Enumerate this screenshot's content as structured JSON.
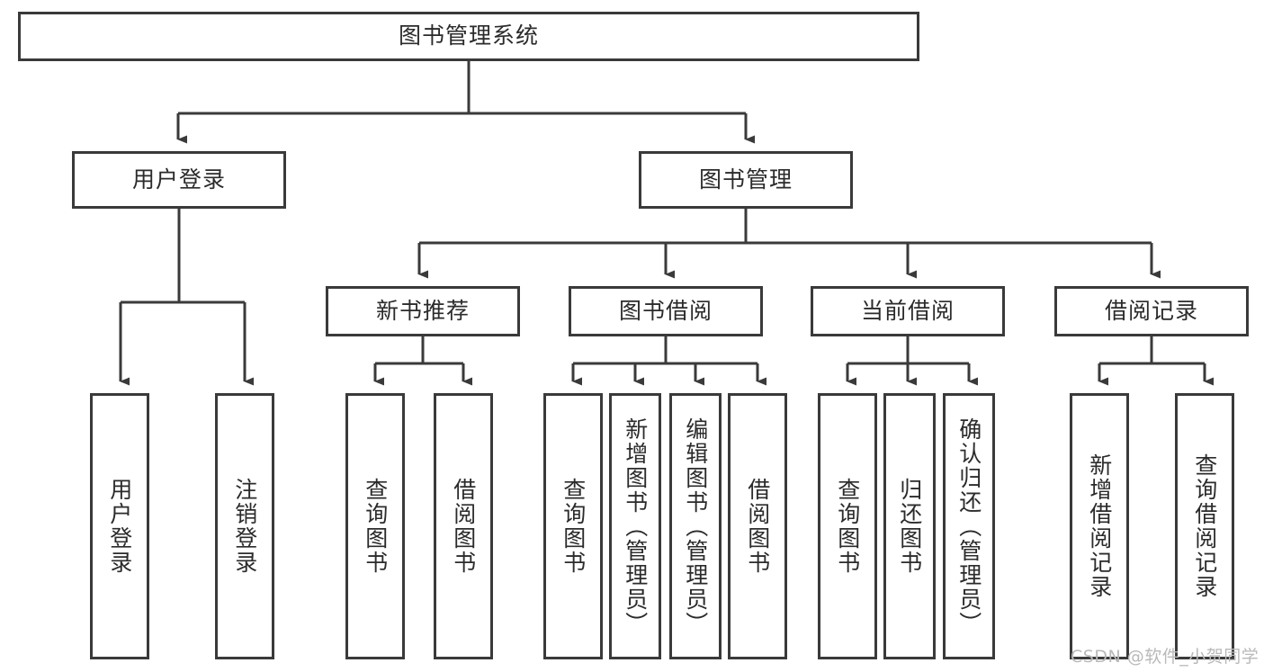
{
  "diagram": {
    "type": "tree-hierarchy-chart",
    "title": "图书管理系统",
    "orientation": "top-down",
    "box_stroke_color": "#3a3a3a",
    "box_fill_color": "#ffffff",
    "text_color": "#2b2b2b",
    "connector_color": "#3a3a3a"
  },
  "nodes": {
    "root": {
      "label": "图书管理系统",
      "level": 1
    },
    "level2": [
      {
        "id": "user-login",
        "label": "用户登录"
      },
      {
        "id": "book-management",
        "label": "图书管理"
      }
    ],
    "level3": [
      {
        "id": "new-book-recommend",
        "label": "新书推荐"
      },
      {
        "id": "book-borrow",
        "label": "图书借阅"
      },
      {
        "id": "current-borrow",
        "label": "当前借阅"
      },
      {
        "id": "borrow-record",
        "label": "借阅记录"
      }
    ],
    "leaves": {
      "user_login": [
        {
          "id": "leaf-user-login",
          "label": "用户登录"
        },
        {
          "id": "leaf-logout-login",
          "label": "注销登录"
        }
      ],
      "new_book_recommend": [
        {
          "id": "leaf-query-book-1",
          "label": "查询图书"
        },
        {
          "id": "leaf-borrow-book-1",
          "label": "借阅图书"
        }
      ],
      "book_borrow": [
        {
          "id": "leaf-query-book-2",
          "label": "查询图书"
        },
        {
          "id": "leaf-add-book",
          "label": "新增图书（管理员）"
        },
        {
          "id": "leaf-edit-book",
          "label": "编辑图书（管理员）"
        },
        {
          "id": "leaf-borrow-book-2",
          "label": "借阅图书"
        }
      ],
      "current_borrow": [
        {
          "id": "leaf-query-book-3",
          "label": "查询图书"
        },
        {
          "id": "leaf-return-book",
          "label": "归还图书"
        },
        {
          "id": "leaf-confirm-return",
          "label": "确认归还（管理员）"
        }
      ],
      "borrow_record": [
        {
          "id": "leaf-add-record",
          "label": "新增借阅记录"
        },
        {
          "id": "leaf-query-record",
          "label": "查询借阅记录"
        }
      ]
    }
  },
  "watermark": {
    "text": "CSDN @软件_小贺同学",
    "color": "#b9b9b9"
  }
}
